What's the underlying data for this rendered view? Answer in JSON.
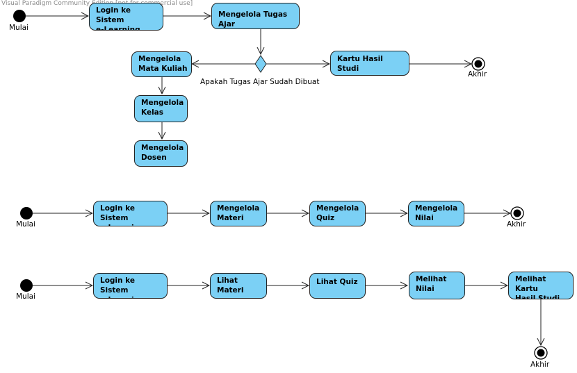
{
  "watermark": "Visual Paradigm Community Edition [not for commercial use]",
  "initial_label": "Mulai",
  "final_label": "Akhir",
  "flow1": {
    "login": "Login ke Sistem\ne-Learning",
    "tugas_ajar": "Mengelola Tugas Ajar",
    "decision_label": "Apakah Tugas Ajar Sudah Dibuat",
    "khs": "Kartu Hasil Studi",
    "mata_kuliah": "Mengelola\nMata Kuliah",
    "kelas": "Mengelola\nKelas",
    "dosen": "Mengelola\nDosen"
  },
  "flow2": {
    "login": "Login ke Sistem\ne-Learning",
    "materi": "Mengelola\nMateri",
    "quiz": "Mengelola\nQuiz",
    "nilai": "Mengelola\nNilai"
  },
  "flow3": {
    "login": "Login ke Sistem\ne-Learning",
    "materi": "Lihat\nMateri",
    "quiz": "Lihat Quiz",
    "nilai": "Melihat\nNilai",
    "khs": "Melihat Kartu\nHasil Studi"
  },
  "colors": {
    "activity_fill": "#7bd0f5",
    "stroke": "#222222"
  }
}
